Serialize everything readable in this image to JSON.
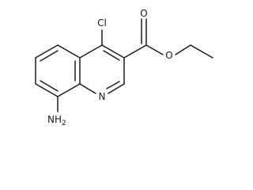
{
  "molecule": {
    "atom_labels": {
      "chlorine": "Cl",
      "carbonyl_oxygen": "O",
      "ester_oxygen": "O",
      "ring_nitrogen": "N",
      "amine_main": "NH",
      "amine_subscript": "2"
    }
  }
}
